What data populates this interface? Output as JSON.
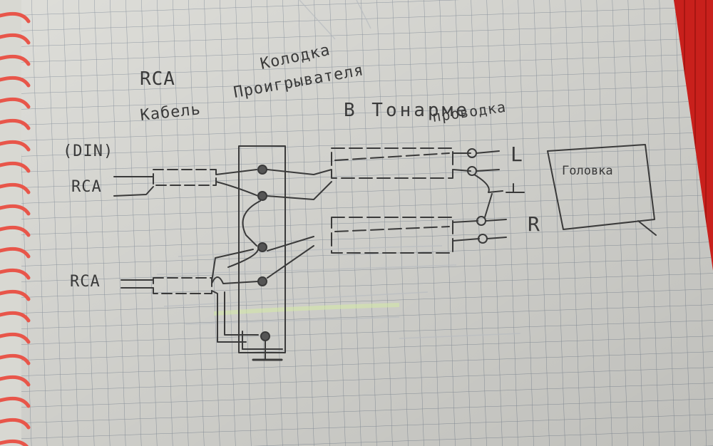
{
  "labels": {
    "rca_top": "RCA",
    "kolodka": "Колодка",
    "proigryvatelya": "Проигрывателя",
    "kabel": "Кабель",
    "v_tonarme": "В Тонарме",
    "provodka": "проводка",
    "din": "(DIN)",
    "rca_in_1": "RCA",
    "rca_in_2": "RCA",
    "L": "L",
    "R": "R",
    "golovka": "Головка"
  },
  "colors": {
    "paper": "#e9e9e4",
    "grid": "#9aa3ad",
    "pencil": "#3a3a3a",
    "spiral": "#e8564a",
    "fabric": "#c8201c"
  }
}
